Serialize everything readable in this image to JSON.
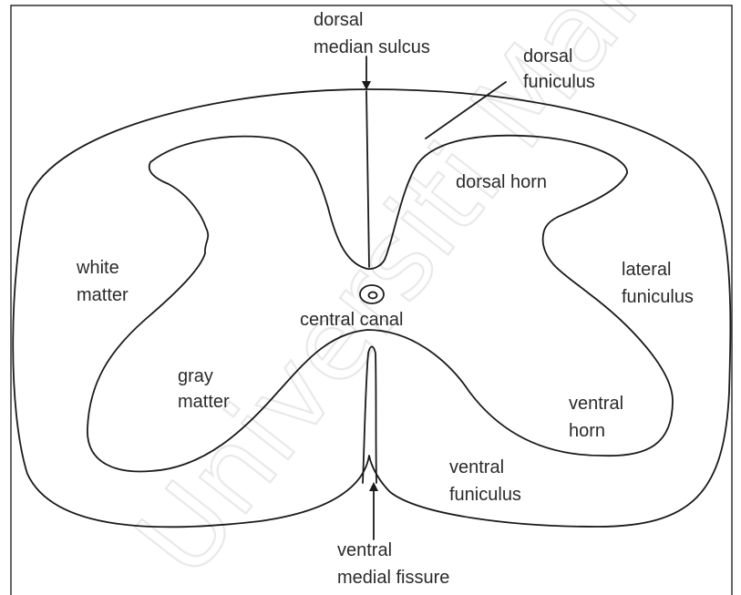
{
  "diagram": {
    "labels": {
      "dorsal_median_sulcus": [
        "dorsal",
        "median sulcus"
      ],
      "dorsal_funiculus": [
        "dorsal",
        "funiculus"
      ],
      "dorsal_horn": [
        "dorsal horn"
      ],
      "white_matter": [
        "white",
        "matter"
      ],
      "lateral_funiculus": [
        "lateral",
        "funiculus"
      ],
      "central_canal": [
        "central canal"
      ],
      "gray_matter": [
        "gray",
        "matter"
      ],
      "ventral_horn": [
        "ventral",
        "horn"
      ],
      "ventral_funiculus": [
        "ventral",
        "funiculus"
      ],
      "ventral_medial_fissure": [
        "ventral",
        "medial fissure"
      ]
    },
    "watermark": "Universiti Malaya",
    "colors": {
      "line": "#1a1a1a",
      "text": "#2a2a2a",
      "watermark": "#e9e9e9",
      "background": "#ffffff"
    }
  }
}
